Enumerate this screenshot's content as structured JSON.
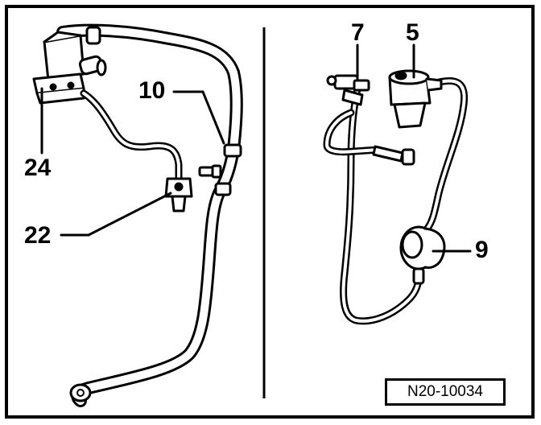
{
  "callouts": {
    "c24": "24",
    "c22": "22",
    "c10": "10",
    "c7": "7",
    "c5": "5",
    "c9": "9"
  },
  "reference_code": "N20-10034"
}
